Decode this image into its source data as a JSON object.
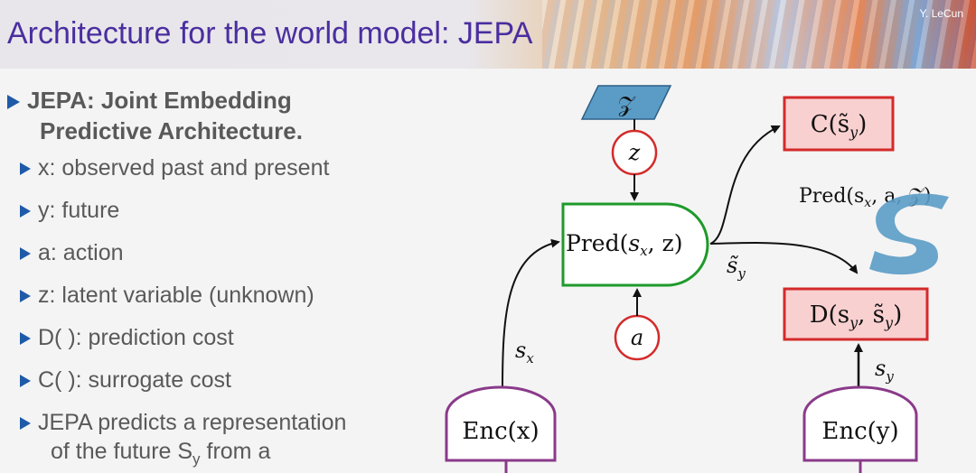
{
  "header": {
    "title": "Architecture for the world model: JEPA",
    "author": "Y. LeCun"
  },
  "bullets": {
    "main_line1": "JEPA: Joint Embedding",
    "main_line2": "Predictive Architecture.",
    "items": [
      "x: observed past and present",
      "y: future",
      "a: action",
      "z: latent variable (unknown)",
      "D( ): prediction cost",
      "C( ): surrogate cost",
      "JEPA predicts a representation"
    ],
    "last_cont_prefix": "of the future S",
    "last_cont_sub": "y",
    "last_cont_suffix": " from a"
  },
  "diagram": {
    "latent_set": "𝒵",
    "z_node": "z",
    "a_node": "a",
    "pred_pre": "Pred(",
    "pred_s": "s",
    "pred_sub": "x",
    "pred_post": ", z)",
    "cost_c": "C(s̃",
    "cost_c_sub": "y",
    "cost_c_close": ")",
    "pred_set_label": "Pred(s",
    "pred_set_sub": "x",
    "pred_set_rest": ", a, 𝒵)",
    "s_tilde": "s̃",
    "s_tilde_sub": "y",
    "cost_d": "D(s",
    "cost_d_sub1": "y",
    "cost_d_mid": ", s̃",
    "cost_d_sub2": "y",
    "cost_d_close": ")",
    "sx_label": "s",
    "sx_sub": "x",
    "sy_label": "s",
    "sy_sub": "y",
    "enc_x": "Enc(x)",
    "enc_y": "Enc(y)",
    "colors": {
      "pred_box": "#1f9a2a",
      "cost_box": "#d42a2a",
      "cost_fill": "#f9d0d0",
      "encoder": "#8a3a8a",
      "latent_fill": "#5b9cc7",
      "node_ring": "#d42a2a",
      "arrow": "#111111"
    }
  }
}
